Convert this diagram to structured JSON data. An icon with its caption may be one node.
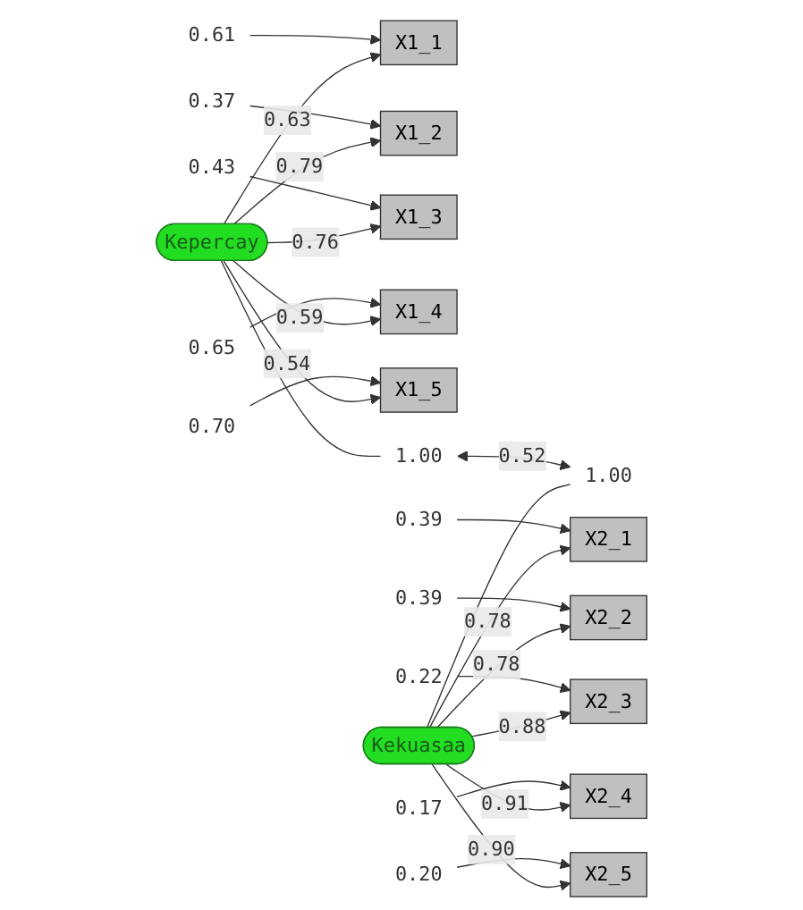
{
  "diagram": {
    "nodes": [
      {
        "text": [
          "X1_1"
        ]
      },
      {
        "text": [
          "X1_2"
        ]
      },
      {
        "text": [
          "X1_3"
        ]
      },
      {
        "text": [
          "X1_4"
        ]
      },
      {
        "text": [
          "X1_5"
        ]
      },
      {
        "text": [
          "X2_1"
        ]
      },
      {
        "text": [
          "X2_2"
        ]
      },
      {
        "text": [
          "X2_3"
        ]
      },
      {
        "text": [
          "X2_4"
        ]
      },
      {
        "text": [
          "X2_5"
        ]
      },
      {
        "text": [
          "Kepercay"
        ]
      },
      {
        "text": [
          "Kekuasaa"
        ]
      },
      {
        "text": [
          "0.61"
        ]
      },
      {
        "text": [
          "0.37"
        ]
      },
      {
        "text": [
          "0.43"
        ]
      },
      {
        "text": [
          "0.65"
        ]
      },
      {
        "text": [
          "0.70"
        ]
      },
      {
        "text": [
          "0.39"
        ]
      },
      {
        "text": [
          "0.39"
        ]
      },
      {
        "text": [
          "0.22"
        ]
      },
      {
        "text": [
          "0.17"
        ]
      },
      {
        "text": [
          "0.20"
        ]
      },
      {
        "text": [
          "1.00"
        ]
      },
      {
        "text": [
          "1.00"
        ]
      }
    ],
    "edges": [
      {
        "from": 10,
        "to": 0,
        "arrow": "to",
        "label": "0.63"
      },
      {
        "from": 10,
        "to": 1,
        "arrow": "to",
        "label": "0.79"
      },
      {
        "from": 10,
        "to": 2,
        "arrow": "to",
        "label": "0.76"
      },
      {
        "from": 10,
        "to": 3,
        "arrow": "to",
        "label": "0.59"
      },
      {
        "from": 10,
        "to": 4,
        "arrow": "to",
        "label": "0.54"
      },
      {
        "from": 11,
        "to": 5,
        "arrow": "to",
        "label": "0.78"
      },
      {
        "from": 11,
        "to": 6,
        "arrow": "to",
        "label": "0.78"
      },
      {
        "from": 11,
        "to": 7,
        "arrow": "to",
        "label": "0.88"
      },
      {
        "from": 11,
        "to": 8,
        "arrow": "to",
        "label": "0.91"
      },
      {
        "from": 11,
        "to": 9,
        "arrow": "to",
        "label": "0.90"
      },
      {
        "from": 12,
        "to": 0,
        "arrow": "to"
      },
      {
        "from": 13,
        "to": 1,
        "arrow": "to"
      },
      {
        "from": 14,
        "to": 2,
        "arrow": "to"
      },
      {
        "from": 15,
        "to": 3,
        "arrow": "to"
      },
      {
        "from": 16,
        "to": 4,
        "arrow": "to"
      },
      {
        "from": 17,
        "to": 5,
        "arrow": "to"
      },
      {
        "from": 18,
        "to": 6,
        "arrow": "to"
      },
      {
        "from": 19,
        "to": 7,
        "arrow": "to"
      },
      {
        "from": 20,
        "to": 8,
        "arrow": "to"
      },
      {
        "from": 21,
        "to": 9,
        "arrow": "to"
      },
      {
        "from": 10,
        "to": 22,
        "arrow": "none"
      },
      {
        "from": 11,
        "to": 23,
        "arrow": "none"
      },
      {
        "from": 22,
        "to": 23,
        "arrow": "both",
        "label": "0.52"
      }
    ]
  }
}
